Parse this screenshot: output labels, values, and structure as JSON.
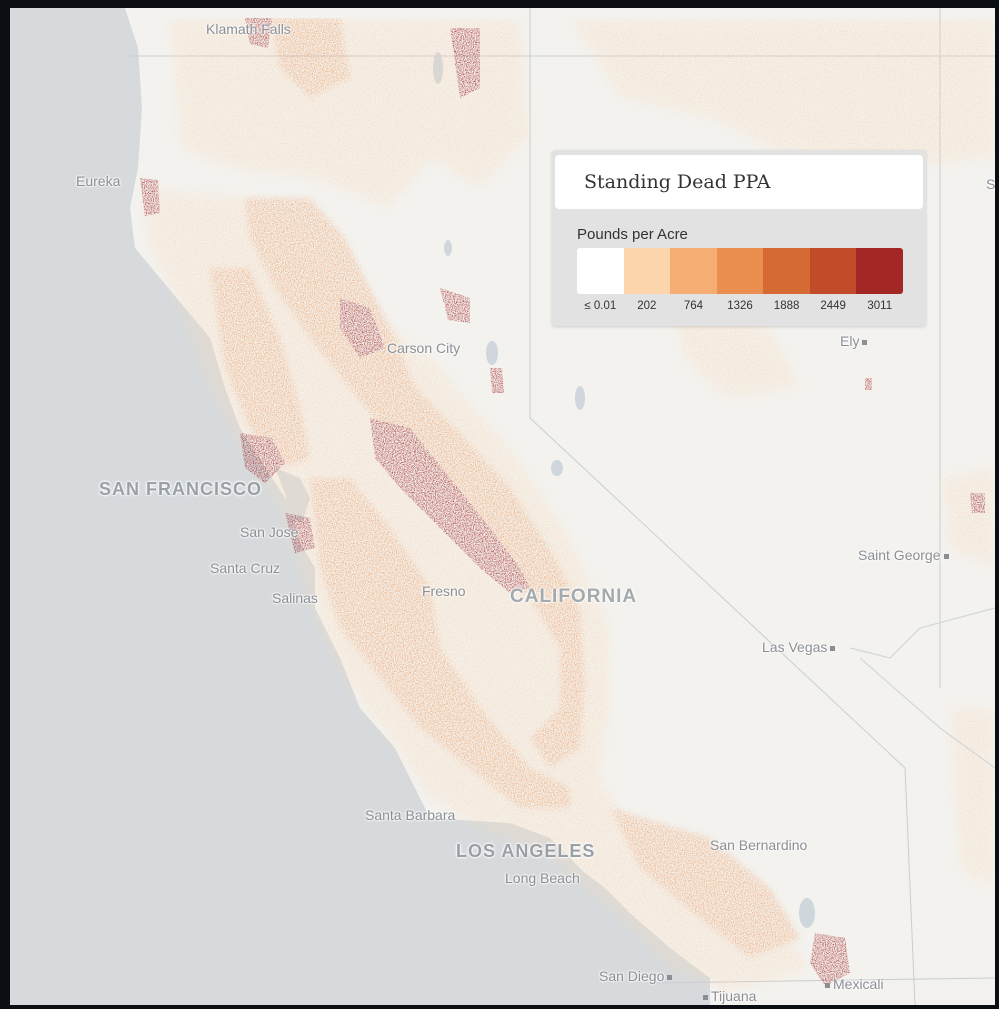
{
  "legend": {
    "title": "Standing Dead PPA",
    "subtitle": "Pounds per Acre",
    "bins": [
      {
        "label": "≤ 0.01",
        "color": "#ffffff"
      },
      {
        "label": "202",
        "color": "#fdd5ad"
      },
      {
        "label": "764",
        "color": "#f6ad74"
      },
      {
        "label": "1326",
        "color": "#ea8f50"
      },
      {
        "label": "1888",
        "color": "#d66a35"
      },
      {
        "label": "2449",
        "color": "#c24c2a"
      },
      {
        "label": "3011",
        "color": "#a42726"
      }
    ]
  },
  "places": {
    "klamath_falls": "Klamath Falls",
    "eureka": "Eureka",
    "carson_city": "Carson City",
    "ely": "Ely",
    "san_francisco": "SAN FRANCISCO",
    "san_jose": "San Jose",
    "santa_cruz": "Santa Cruz",
    "salinas": "Salinas",
    "fresno": "Fresno",
    "california": "CALIFORNIA",
    "saint_george": "Saint George",
    "las_vegas": "Las Vegas",
    "santa_barbara": "Santa Barbara",
    "los_angeles": "LOS ANGELES",
    "long_beach": "Long Beach",
    "san_bernardino": "San Bernardino",
    "san_diego": "San Diego",
    "tijuana": "Tijuana",
    "mexicali": "Mexicali",
    "edge_label": "S"
  },
  "colors": {
    "ocean": "#d6dadd",
    "land": "#f3f2ef",
    "water": "#cfd6dc"
  }
}
